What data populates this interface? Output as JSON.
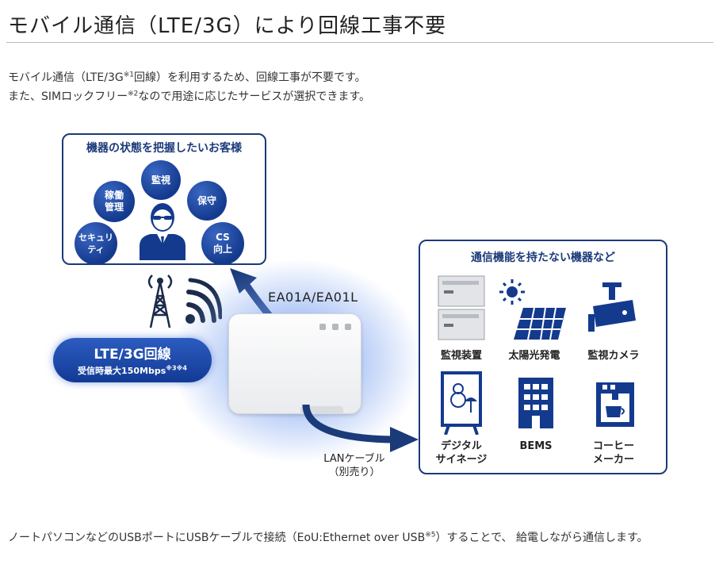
{
  "title": "モバイル通信（LTE/3G）により回線工事不要",
  "intro": {
    "line1_a": "モバイル通信（LTE/3G",
    "line1_sup": "※1",
    "line1_b": "回線）を利用するため、回線工事が不要です。",
    "line2_a": "また、SIMロックフリー",
    "line2_sup": "※2",
    "line2_b": "なので用途に応じたサービスが選択できます。"
  },
  "diagram": {
    "left_panel": {
      "heading": "機器の状態を把握したいお客様",
      "bubbles": [
        "監視",
        "稼働\n管理",
        "保守",
        "セキュリ\nティ",
        "CS\n向上"
      ]
    },
    "model": "EA01A/EA01L",
    "lte": {
      "title": "LTE/3G回線",
      "sub": "受信時最大150Mbps",
      "sup": "※3※4"
    },
    "cable": "LANケーブル\n（別売り）",
    "right_panel": {
      "heading": "通信機能を持たない機器など",
      "items": [
        "監視装置",
        "太陽光発電",
        "監視カメラ",
        "デジタル\nサイネージ",
        "BEMS",
        "コーヒー\nメーカー"
      ]
    },
    "colors": {
      "navy": "#1b3a7a",
      "blue": "#143a8e",
      "accent": "#2c5cc0"
    }
  },
  "footer": {
    "a": "ノートパソコンなどのUSBポートにUSBケーブルで接続（EoU:Ethernet over USB",
    "sup": "※5",
    "b": "）することで、 給電しながら通信します。"
  }
}
